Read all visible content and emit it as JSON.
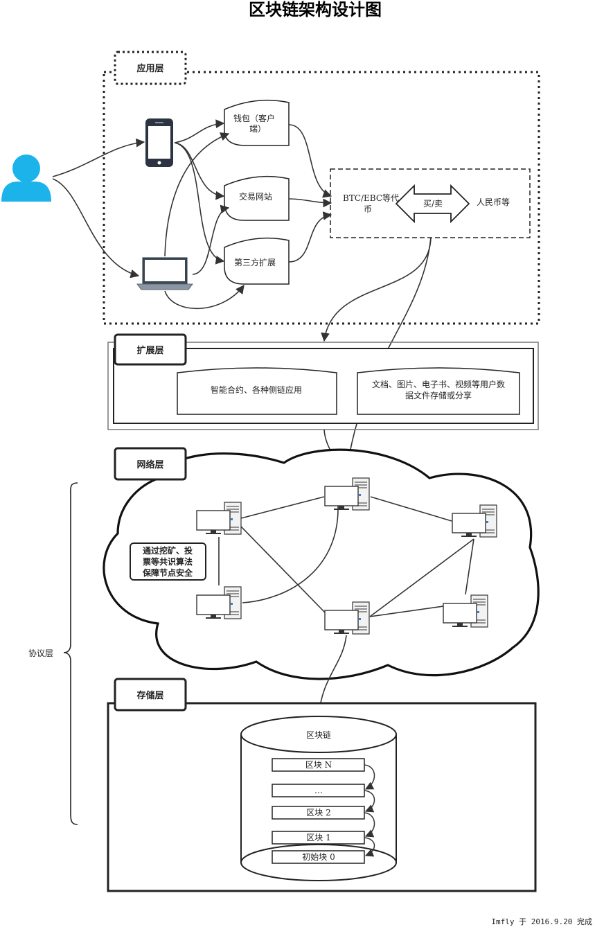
{
  "title": "区块链架构设计图",
  "layers": {
    "application": "应用层",
    "extension": "扩展层",
    "network": "网络层",
    "storage": "存储层",
    "protocol": "协议层"
  },
  "application": {
    "wallet_line1": "钱包（客户",
    "wallet_line2": "端）",
    "exchange": "交易网站",
    "third_party": "第三方扩展",
    "coins_line1": "BTC/EBC等代",
    "coins_line2": "币",
    "trade": "买/卖",
    "fiat": "人民币等"
  },
  "extension": {
    "smart_contract": "智能合约、各种侧链应用",
    "storage_line1": "文档、图片、电子书、视频等用户数",
    "storage_line2": "据文件存储或分享"
  },
  "network": {
    "consensus_line1": "通过挖矿、投",
    "consensus_line2": "票等共识算法",
    "consensus_line3": "保障节点安全"
  },
  "storage": {
    "chain": "区块链",
    "blocks": [
      "区块 N",
      "…",
      "区块 2",
      "区块 1",
      "初始块 0"
    ]
  },
  "footer": "Imfly 于 2016.9.20 完成",
  "colors": {
    "user_icon": "#1bb3ea",
    "device_icon": "#2b3440",
    "stroke": "#222222"
  },
  "icons": [
    "user-icon",
    "smartphone-icon",
    "laptop-icon",
    "server-icon"
  ]
}
